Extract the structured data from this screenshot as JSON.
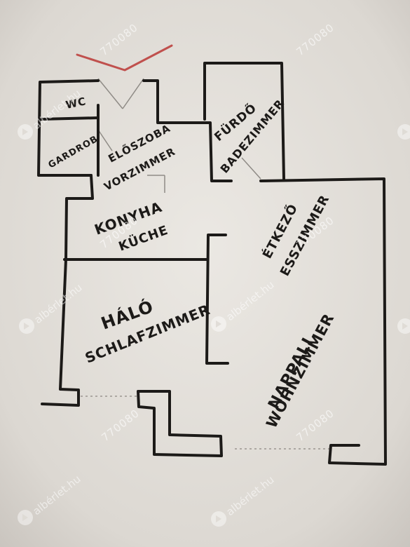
{
  "rooms": {
    "wc": "WC",
    "garderob": "GARDROB",
    "eloszoba": "ELŐSZOBA",
    "vorzimmer": "VORZIMMER",
    "furdo": "FÜRDŐ",
    "badezimmer": "BADEZIMMER",
    "konyha": "KONYHA",
    "kuche": "KÜCHE",
    "etkezo": "ÉTKEZŐ",
    "esszimmer": "ESSZIMMER",
    "halo": "HÁLÓ",
    "schlafzimmer": "SCHLAFZIMMER",
    "nappali": "NAPPALI",
    "wohnzimmer": "WOHNZIMMER"
  },
  "watermark": {
    "site": "albérlet.hu",
    "id": "770080"
  },
  "colors": {
    "paper": "#e6e2dd",
    "ink": "#1c1a18",
    "entrance_mark": "#c0504d"
  }
}
